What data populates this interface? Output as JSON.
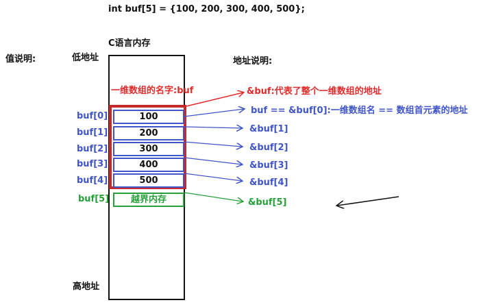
{
  "declaration": "int buf[5] = {100, 200, 300, 400, 500};",
  "memory_title": "C语言内存",
  "value_heading": "值说明:",
  "address_heading": "地址说明:",
  "low_address_label": "低地址",
  "high_address_label": "高地址",
  "array_name_label": "一维数组的名字:buf",
  "array_address_note": "&buf:代表了整个一维数组的地址",
  "element_labels": [
    "buf[0]",
    "buf[1]",
    "buf[2]",
    "buf[3]",
    "buf[4]"
  ],
  "cell_values": [
    "100",
    "200",
    "300",
    "400",
    "500"
  ],
  "overflow_label": "buf[5]",
  "overflow_cell": "越界内存",
  "address_labels": [
    "buf == &buf[0]:一维数组名 == 数组首元素的地址",
    "&buf[1]",
    "&buf[2]",
    "&buf[3]",
    "&buf[4]"
  ],
  "overflow_address": "&buf[5]",
  "colors": {
    "black": "#111111",
    "red": "#e02b2b",
    "blue": "#3f55c8",
    "green": "#27a03a"
  }
}
